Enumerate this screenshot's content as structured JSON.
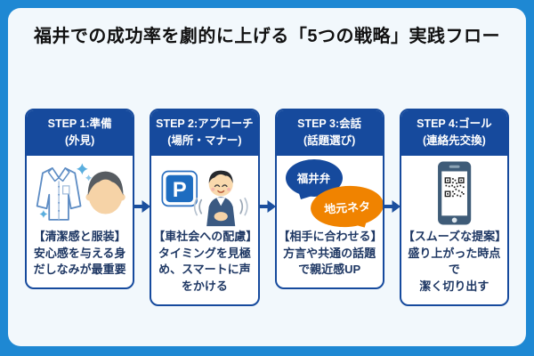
{
  "title": "福井での成功率を劇的に上げる「5つの戦略」実践フロー",
  "colors": {
    "frame": "#1e88d3",
    "card": "#f2f8fc",
    "navy": "#164a9d",
    "orange": "#f08300",
    "text": "#1f3864",
    "title_text": "#111111"
  },
  "steps": [
    {
      "id": 1,
      "header_lines": [
        "STEP 1:準備",
        "(外見)"
      ],
      "heading": "【清潔感と服装】",
      "desc_lines": [
        "安心感を与える身",
        "だしなみが最重要"
      ],
      "icons": [
        "dress-shirt-icon",
        "sparkle-icon",
        "groomed-face-icon"
      ]
    },
    {
      "id": 2,
      "header_lines": [
        "STEP 2:アプローチ",
        "(場所・マナー)"
      ],
      "heading": "【車社会への配慮】",
      "desc_lines": [
        "タイミングを見極",
        "め、スマートに声",
        "をかける"
      ],
      "icons": [
        "parking-sign-icon",
        "bowing-man-icon"
      ],
      "sign_label": "P"
    },
    {
      "id": 3,
      "header_lines": [
        "STEP 3:会話",
        "(話題選び)"
      ],
      "heading": "【相手に合わせる】",
      "desc_lines": [
        "方言や共通の話題",
        "で親近感UP"
      ],
      "icons": [
        "speech-bubble-icon",
        "speech-bubble-icon"
      ],
      "bubbles": [
        {
          "label": "福井弁"
        },
        {
          "label": "地元ネタ"
        }
      ]
    },
    {
      "id": 4,
      "header_lines": [
        "STEP 4:ゴール",
        "(連絡先交換)"
      ],
      "heading": "【スムーズな提案】",
      "desc_lines": [
        "盛り上がった時点で",
        "潔く切り出す"
      ],
      "icons": [
        "smartphone-icon",
        "qr-code-icon"
      ]
    }
  ]
}
